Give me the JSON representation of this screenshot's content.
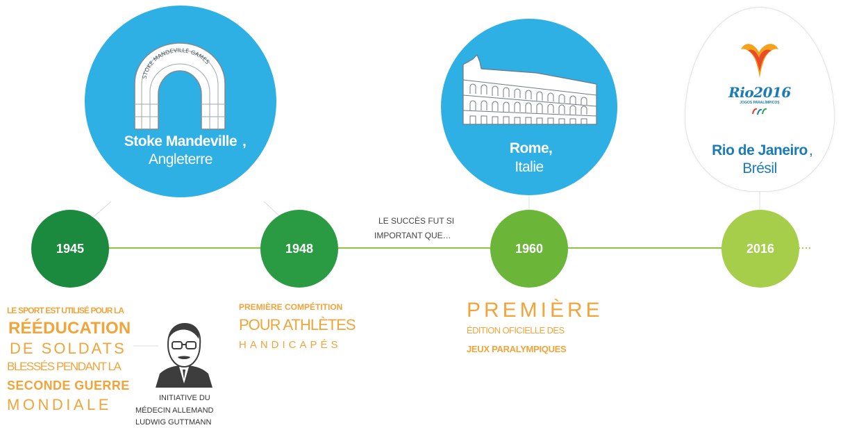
{
  "colors": {
    "accent_blue": "#2eb0e4",
    "node_1945": "#1b8a3e",
    "node_1948": "#2a9b43",
    "node_1960": "#6bb638",
    "node_2016": "#a6ce4a",
    "timeline": "#8cc640",
    "orange": "#f0a43a"
  },
  "bubbles": [
    {
      "city": "Stoke Mandeville",
      "country": "Angleterre",
      "icon_text": "STOKE MANDEVILLE GAMES"
    },
    {
      "city": "Rome",
      "country": "Italie"
    },
    {
      "city": "Rio de Janeiro",
      "country": "Brésil",
      "logo_text": "Rio2016",
      "logo_sub": "JOGOS PARALÍMPICOS"
    }
  ],
  "timeline": {
    "nodes": [
      {
        "year": "1945"
      },
      {
        "year": "1948"
      },
      {
        "year": "1960"
      },
      {
        "year": "2016"
      }
    ],
    "mid_text_1": "LE SUCCÈS FUT SI",
    "mid_text_2": "IMPORTANT QUE…"
  },
  "captions": {
    "c1945": [
      "LE SPORT EST UTILISÉ POUR LA",
      "RÉÉDUCATION",
      "DE SOLDATS",
      "BLESSÉS PENDANT LA",
      "SECONDE GUERRE",
      "MONDIALE"
    ],
    "portrait": [
      "INITIATIVE DU",
      "MÉDECIN ALLEMAND",
      "LUDWIG GUTTMANN"
    ],
    "c1948": [
      "PREMIÈRE COMPÉTITION",
      "POUR ATHLÈTES",
      "HANDICAPÉS"
    ],
    "c1960": [
      "PREMIÈRE",
      "ÉDITION OFICIELLE DES",
      "JEUX PARALYMPIQUES"
    ]
  }
}
